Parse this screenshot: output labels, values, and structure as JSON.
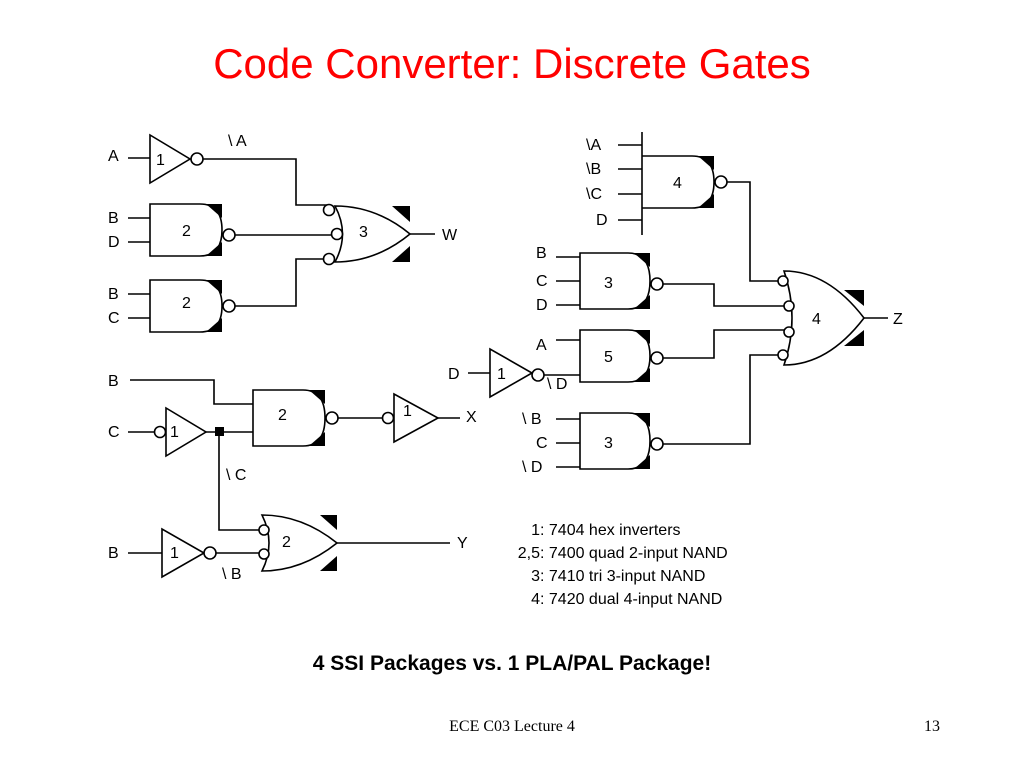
{
  "title": "Code Converter: Discrete Gates",
  "subtitle": "4 SSI Packages vs. 1 PLA/PAL Package!",
  "footer": "ECE C03 Lecture 4",
  "page_number": "13",
  "legend": [
    {
      "key": "1",
      "text": "7404 hex inverters"
    },
    {
      "key": "2,5",
      "text": "7400 quad 2-input NAND"
    },
    {
      "key": "3",
      "text": "7410 tri 3-input NAND"
    },
    {
      "key": "4",
      "text": "7420 dual 4-input NAND"
    }
  ],
  "labels": {
    "a_in": "A",
    "not_a": "\\ A",
    "b_w1": "B",
    "d_w1": "D",
    "b_w2": "B",
    "c_w2": "C",
    "w_out": "W",
    "b_x": "B",
    "c_x": "C",
    "not_c": "\\ C",
    "x_out": "X",
    "b_y": "B",
    "not_b": "\\ B",
    "y_out": "Y",
    "z_na": "\\A",
    "z_nb": "\\B",
    "z_nc": "\\C",
    "z_d": "D",
    "z_b1": "B",
    "z_c1": "C",
    "z_d1": "D",
    "z_a2": "A",
    "z_d2": "D",
    "not_d": "\\ D",
    "z_nb3": "\\ B",
    "z_c3": "C",
    "z_nd3": "\\ D",
    "z_out": "Z"
  },
  "gate_numbers": {
    "inv_a": "1",
    "nand_bd": "2",
    "nand_bc": "2",
    "or_w": "3",
    "nand_x": "2",
    "inv_c": "1",
    "inv_x": "1",
    "nand_y": "2",
    "inv_b": "1",
    "nand4_top": "4",
    "nand3_bcd": "3",
    "nand_ad": "5",
    "inv_d": "1",
    "nand3_bcd2": "3",
    "or_z": "4"
  }
}
